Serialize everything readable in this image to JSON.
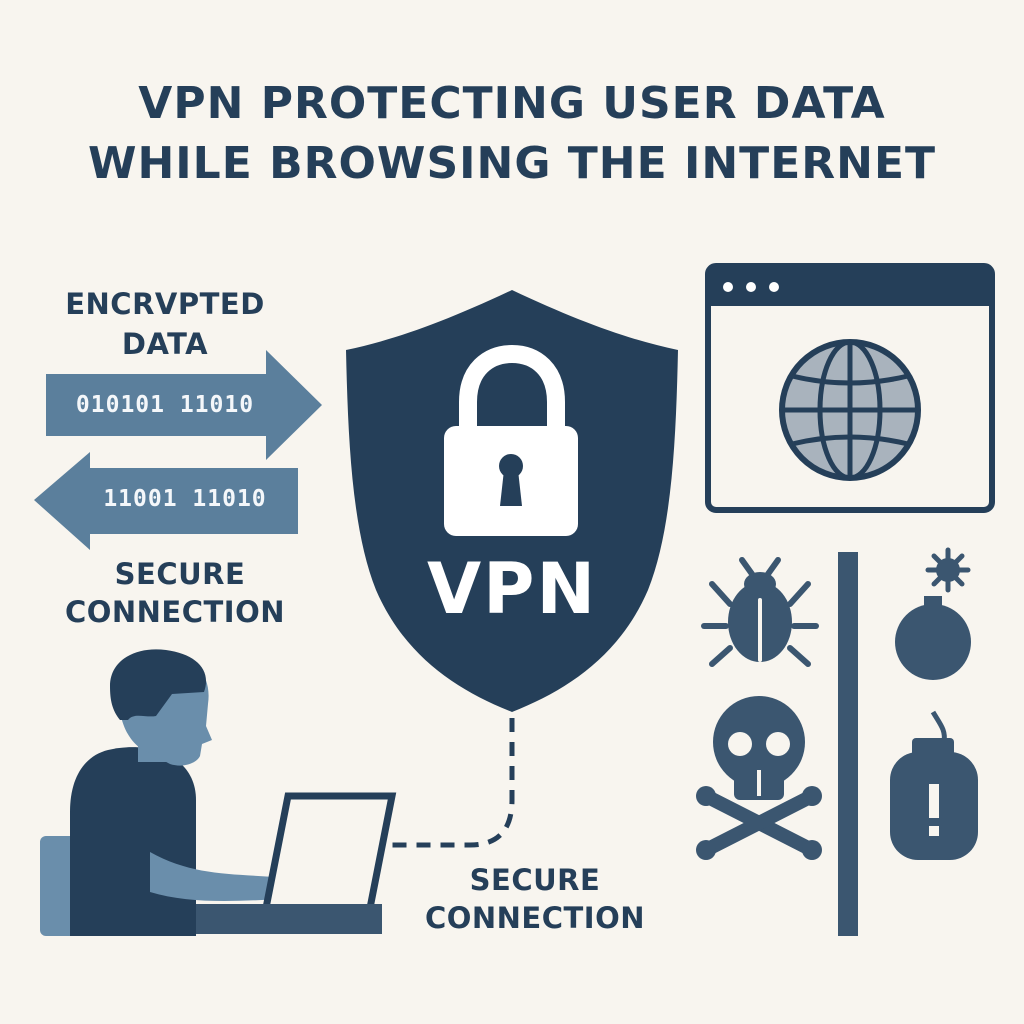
{
  "title": {
    "line1": "VPN PROTECTING USER DATA",
    "line2": "WHILE BROWSING THE INTERNET"
  },
  "left_panel": {
    "encrypted_label_line1": "ENCRVPTED",
    "encrypted_label_line2": "DATA",
    "outgoing_bits": "010101 11010",
    "incoming_bits": "11001 11010",
    "secure_label_line1": "SECURE",
    "secure_label_line2": "CONNECTION"
  },
  "shield": {
    "text": "VPN"
  },
  "bottom": {
    "secure_label_line1": "SECURE",
    "secure_label_line2": "CONNECTION"
  },
  "threats": {
    "icons": [
      "bug-icon",
      "virus-icon",
      "bomb-icon",
      "skull-crossbones-icon",
      "warning-grenade-icon"
    ]
  },
  "colors": {
    "background": "#f8f5ef",
    "dark_navy": "#253f59",
    "arrow_blue": "#5b7f9c",
    "person_blue": "#6a8eab",
    "globe_gray": "#a9b3bd"
  }
}
